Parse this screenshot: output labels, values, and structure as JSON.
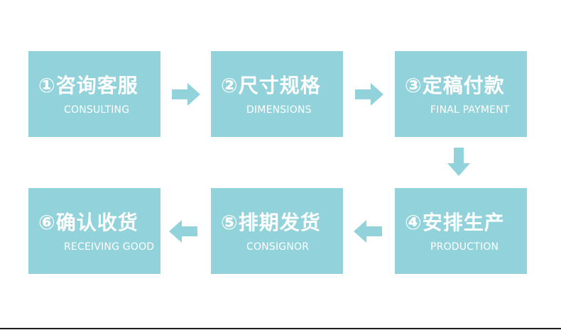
{
  "colors": {
    "box_fill": "#92d3db",
    "arrow_fill": "#92d3db",
    "text": "#ffffff"
  },
  "steps": [
    {
      "cn": "①咨询客服",
      "en": "CONSULTING"
    },
    {
      "cn": "②尺寸规格",
      "en": "DIMENSIONS"
    },
    {
      "cn": "③定稿付款",
      "en": "FINAL PAYMENT"
    },
    {
      "cn": "④安排生产",
      "en": "PRODUCTION"
    },
    {
      "cn": "⑤排期发货",
      "en": "CONSIGNOR"
    },
    {
      "cn": "⑥确认收货",
      "en": "RECEIVING GOOD"
    }
  ]
}
